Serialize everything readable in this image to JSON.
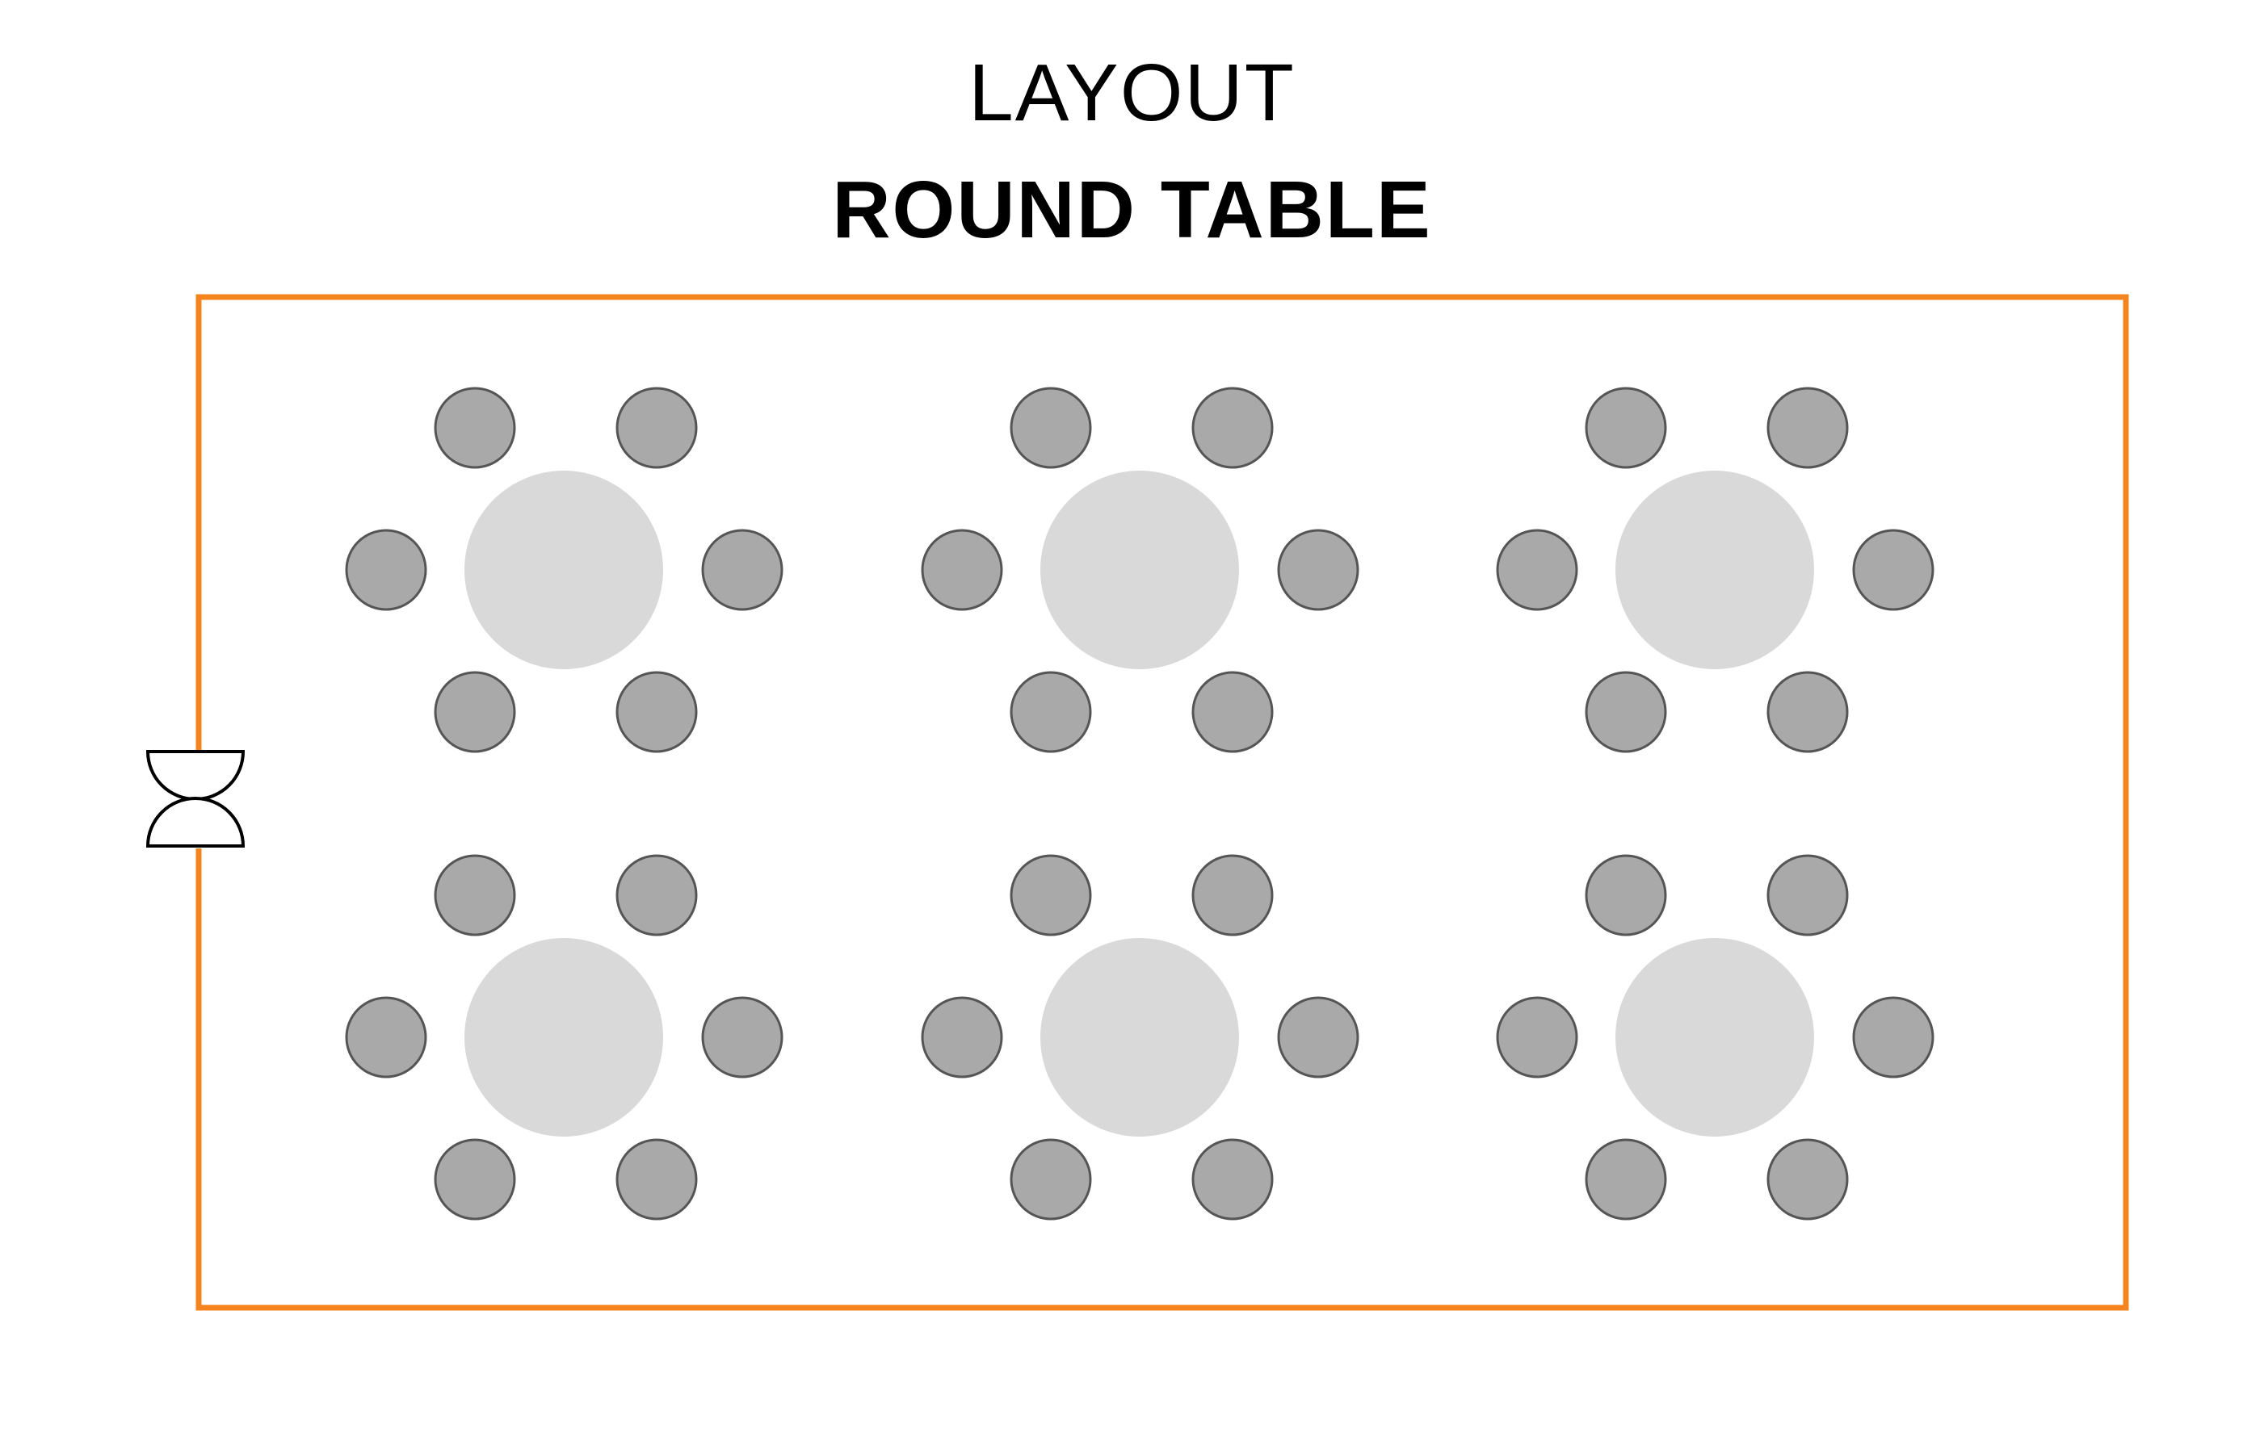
{
  "header": {
    "subtitle": "LAYOUT",
    "title": "ROUND TABLE"
  },
  "room": {
    "wall_color": "#F5841F",
    "door_icon": "double-door-icon"
  },
  "layout": {
    "table_rows": 2,
    "table_columns": 3,
    "chairs_per_table": 6,
    "table_color": "#D9D9D9",
    "chair_color": "#A9A9A9",
    "chair_outline_color": "#555555"
  }
}
